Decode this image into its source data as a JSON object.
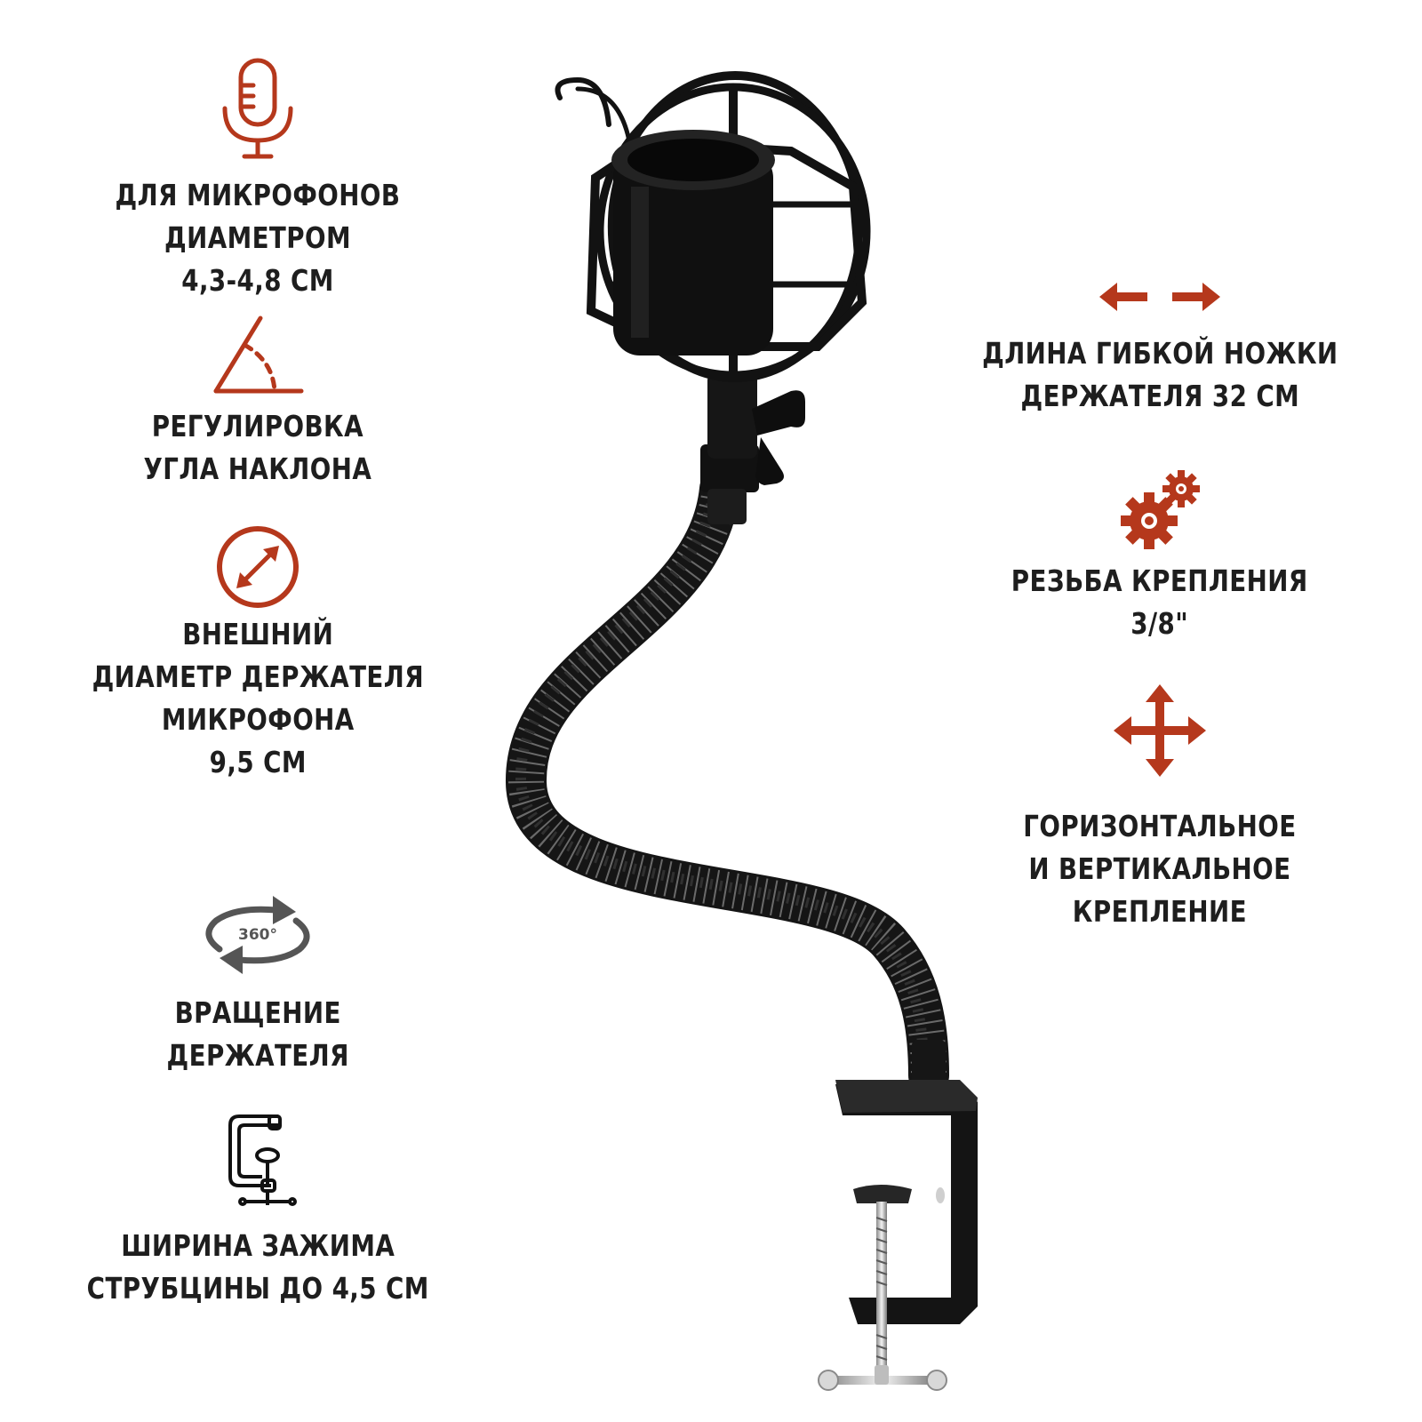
{
  "accent_color": "#b5381c",
  "features_left": [
    {
      "icon": "microphone-icon",
      "lines": [
        "ДЛЯ МИКРОФОНОВ",
        "ДИАМЕТРОМ",
        "4,3-4,8 СМ"
      ]
    },
    {
      "icon": "angle-icon",
      "lines": [
        "РЕГУЛИРОВКА",
        "УГЛА НАКЛОНА"
      ]
    },
    {
      "icon": "diameter-icon",
      "lines": [
        "ВНЕШНИЙ",
        "ДИАМЕТР ДЕРЖАТЕЛЯ",
        "МИКРОФОНА",
        "9,5 СМ"
      ]
    },
    {
      "icon": "rotation-360-icon",
      "icon_text": "360°",
      "lines": [
        "ВРАЩЕНИЕ",
        "ДЕРЖАТЕЛЯ"
      ]
    },
    {
      "icon": "clamp-icon",
      "lines": [
        "ШИРИНА ЗАЖИМА",
        "СТРУБЦИНЫ ДО 4,5 СМ"
      ]
    }
  ],
  "features_right": [
    {
      "icon": "length-arrows-icon",
      "lines": [
        "ДЛИНА ГИБКОЙ НОЖКИ",
        "ДЕРЖАТЕЛЯ 32 СМ"
      ]
    },
    {
      "icon": "gears-icon",
      "lines": [
        "РЕЗЬБА КРЕПЛЕНИЯ",
        "3/8\""
      ]
    },
    {
      "icon": "four-way-arrows-icon",
      "lines": [
        "ГОРИЗОНТАЛЬНОЕ",
        "И ВЕРТИКАЛЬНОЕ",
        "КРЕПЛЕНИЕ"
      ]
    }
  ]
}
